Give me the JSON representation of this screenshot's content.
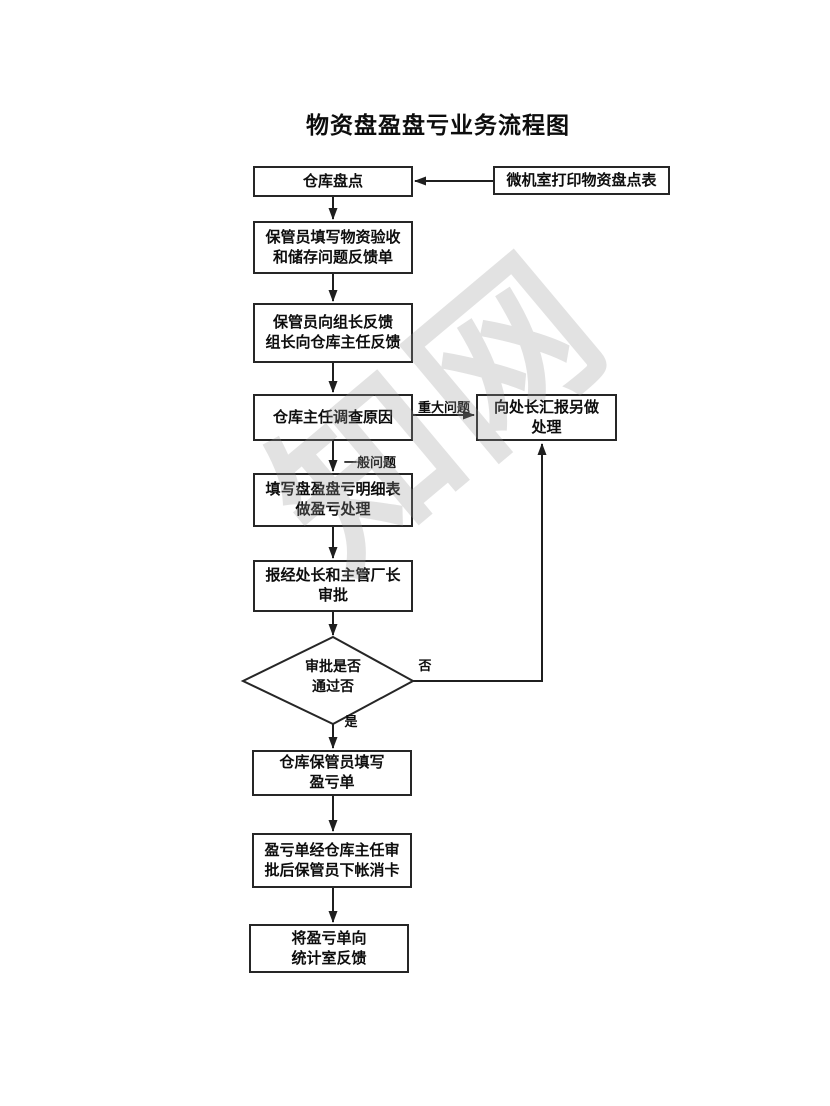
{
  "title": "物资盘盈盘亏业务流程图",
  "watermark": "知网",
  "nodes": {
    "warehouse_count": "仓库盘点",
    "print_sheet": "微机室打印物资盘点表",
    "fill_feedback": "保管员填写物资验收\n和储存问题反馈单",
    "report_chain": "保管员向组长反馈\n组长向仓库主任反馈",
    "investigate": "仓库主任调查原因",
    "report_chief": "向处长汇报另做\n处理",
    "fill_detail": "填写盘盈盘亏明细表\n做盈亏处理",
    "approval": "报经处长和主管厂长\n审批",
    "decision": "审批是否\n通过否",
    "fill_pl": "仓库保管员填写\n盈亏单",
    "pl_approve": "盈亏单经仓库主任审\n批后保管员下帐消卡",
    "stats_feedback": "将盈亏单向\n统计室反馈"
  },
  "edge_labels": {
    "major": "重大问题",
    "general": "一般问题",
    "no": "否",
    "yes": "是"
  },
  "colors": {
    "line": "#1f1f1f",
    "border": "#262626",
    "text": "#0d0d0d",
    "background": "#ffffff",
    "watermark_gray": "#d9d9d9"
  }
}
